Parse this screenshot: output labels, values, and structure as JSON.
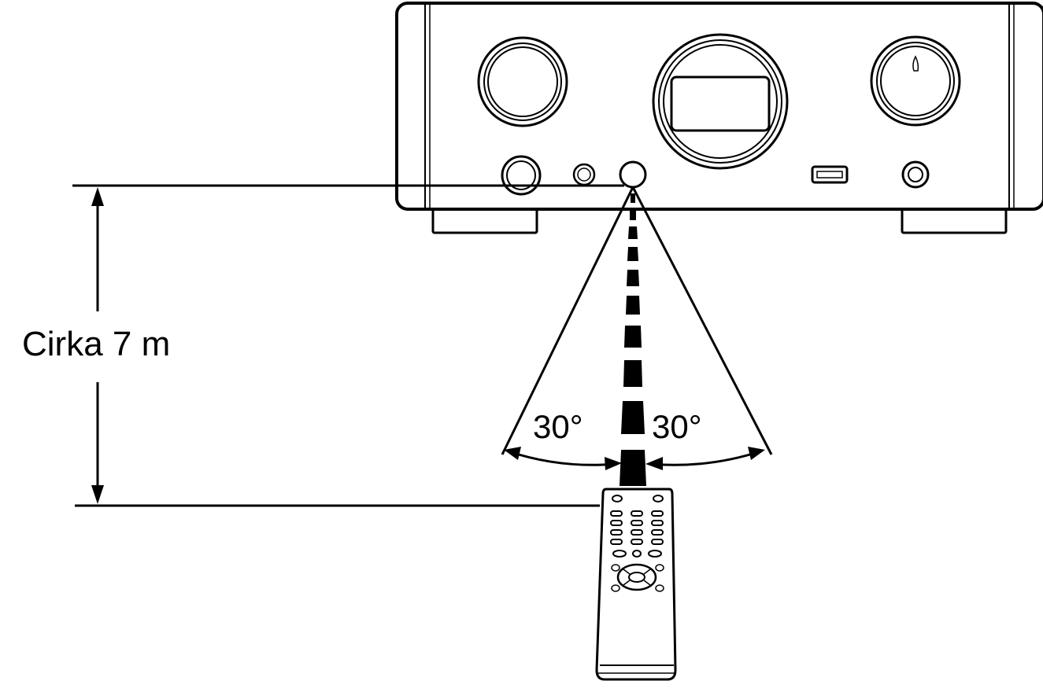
{
  "distance_label": "Cirka 7 m",
  "angle_left_label": "30°",
  "angle_right_label": "30°",
  "colors": {
    "line": "#000000",
    "background": "#ffffff"
  },
  "icons": {
    "amplifier": "hifi-amplifier-front-panel",
    "remote": "remote-control",
    "sensor": "remote-sensor-window",
    "usb": "usb-port-icon"
  }
}
